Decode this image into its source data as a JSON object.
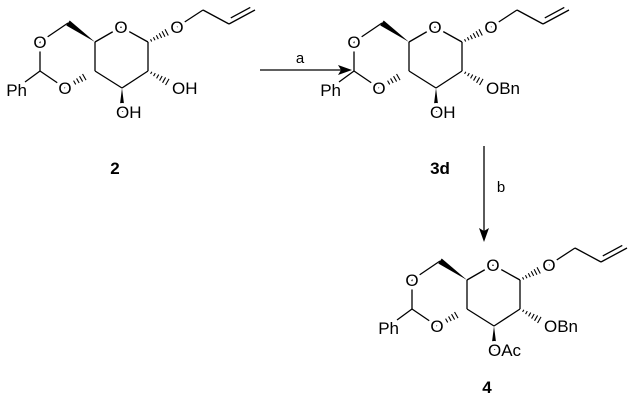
{
  "scheme": {
    "compounds": [
      {
        "id": "2",
        "label": "2",
        "substituent_c1": "O",
        "substituent_c2": "OH",
        "substituent_c3": "OH",
        "acetal_group": "Ph",
        "ring_oxygen": "O",
        "dioxane_o_top": "O",
        "dioxane_o_bottom": "O"
      },
      {
        "id": "3d",
        "label": "3d",
        "substituent_c1": "O",
        "substituent_c2": "OBn",
        "substituent_c3": "OH",
        "acetal_group": "Ph",
        "ring_oxygen": "O",
        "dioxane_o_top": "O",
        "dioxane_o_bottom": "O"
      },
      {
        "id": "4",
        "label": "4",
        "substituent_c1": "O",
        "substituent_c2": "OBn",
        "substituent_c3": "OAc",
        "acetal_group": "Ph",
        "ring_oxygen": "O",
        "dioxane_o_top": "O",
        "dioxane_o_bottom": "O"
      }
    ],
    "arrows": [
      {
        "from": "2",
        "to": "3d",
        "label": "a"
      },
      {
        "from": "3d",
        "to": "4",
        "label": "b"
      }
    ]
  }
}
